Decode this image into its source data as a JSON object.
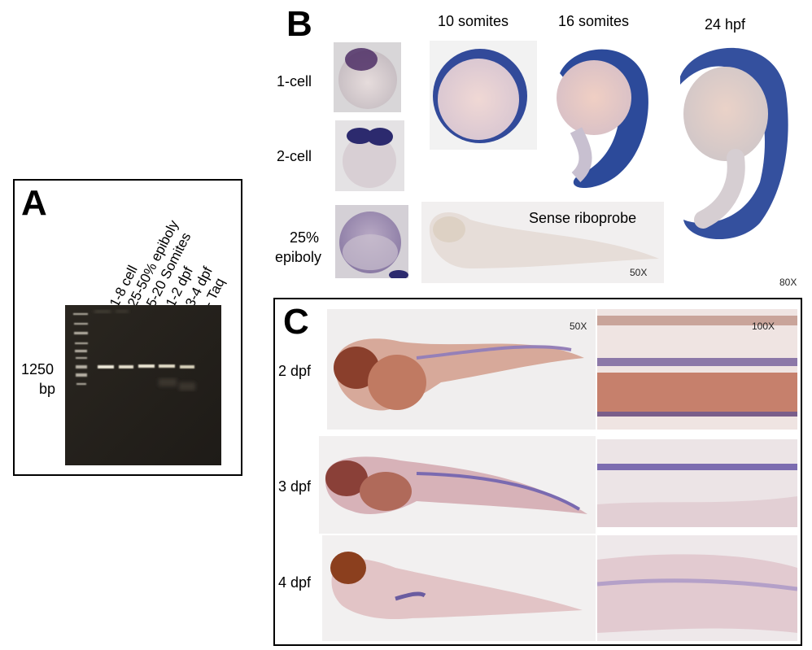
{
  "panel_a": {
    "letter": "A",
    "lanes": [
      "1-8 cell",
      "25-50% epiboly",
      "5-20 Somites",
      "1-2 dpf",
      "3-4 dpf",
      "- Taq"
    ],
    "size_label_value": "1250",
    "size_label_unit": "bp"
  },
  "panel_b": {
    "letter": "B",
    "stages_left": [
      "1-cell",
      "2-cell"
    ],
    "stage_25_line1": "25%",
    "stage_25_line2": "epiboly",
    "stages_top": [
      "10 somites",
      "16 somites",
      "24 hpf"
    ],
    "sense_label": "Sense riboprobe",
    "mag_sense": "50X",
    "mag_panel": "80X"
  },
  "panel_c": {
    "letter": "C",
    "rows": [
      "2 dpf",
      "3 dpf",
      "4 dpf"
    ],
    "mag_whole": "50X",
    "mag_zoom": "100X"
  }
}
